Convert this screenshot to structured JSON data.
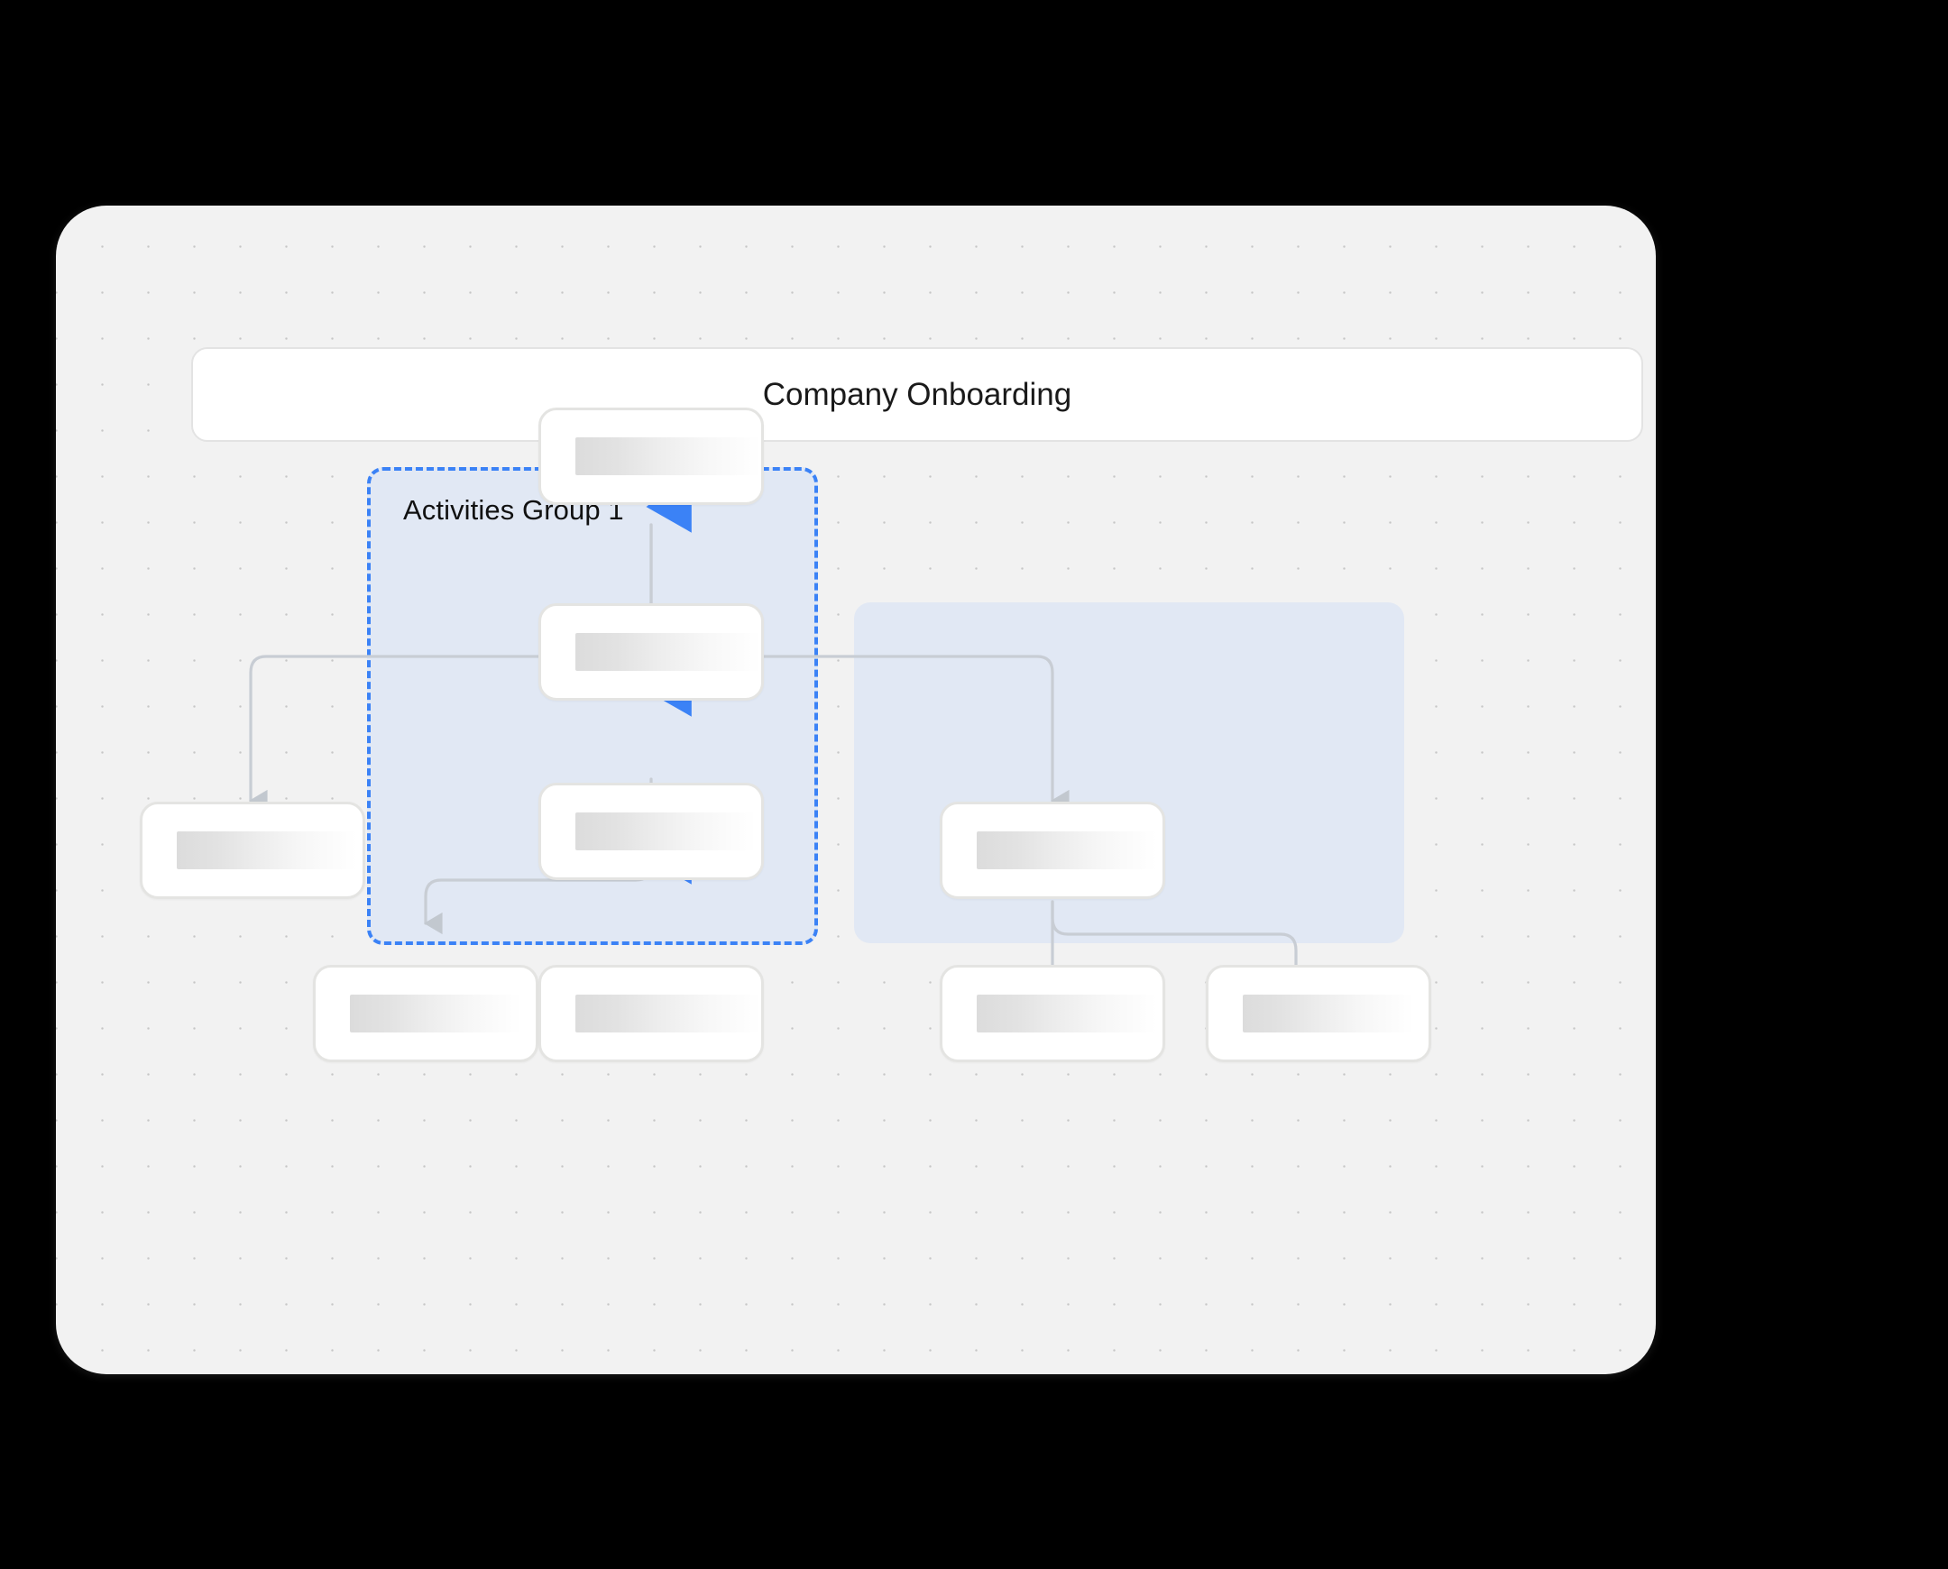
{
  "canvas": {
    "background_color": "#f2f2f2",
    "grid": "dot-grid",
    "accent_color": "#3b82f6",
    "group_fill_color": "#e1e8f4",
    "node_fill_color": "#ffffff",
    "connector_color": "#c8cdd4"
  },
  "titlebar": {
    "title": "Company Onboarding"
  },
  "groups": [
    {
      "id": "group-activities-1",
      "label": "Activities Group 1",
      "style": "dashed"
    },
    {
      "id": "group-unlabeled-2",
      "label": "",
      "style": "plain"
    }
  ],
  "nodes": [
    {
      "id": "node-root",
      "label": ""
    },
    {
      "id": "node-left-leaf",
      "label": ""
    },
    {
      "id": "node-g1-top",
      "label": ""
    },
    {
      "id": "node-g1-mid",
      "label": ""
    },
    {
      "id": "node-g1-bottom-left",
      "label": ""
    },
    {
      "id": "node-g1-bottom-right",
      "label": ""
    },
    {
      "id": "node-g2-top",
      "label": ""
    },
    {
      "id": "node-g2-bottom-left",
      "label": ""
    },
    {
      "id": "node-g2-bottom-right",
      "label": ""
    }
  ],
  "edges": [
    {
      "from": "node-root",
      "to": "node-g1-top",
      "color": "#3b82f6",
      "style": "primary"
    },
    {
      "from": "node-g1-top",
      "to": "node-g1-mid",
      "color": "#3b82f6",
      "style": "primary"
    },
    {
      "from": "node-g1-mid",
      "to": "node-g1-bottom-right",
      "color": "#3b82f6",
      "style": "primary"
    },
    {
      "from": "node-root",
      "to": "node-left-leaf",
      "color": "#c8cdd4",
      "style": "secondary"
    },
    {
      "from": "node-root",
      "to": "node-g2-top",
      "color": "#c8cdd4",
      "style": "secondary"
    },
    {
      "from": "node-g1-mid",
      "to": "node-g1-bottom-left",
      "color": "#c8cdd4",
      "style": "secondary"
    },
    {
      "from": "node-g2-top",
      "to": "node-g2-bottom-left",
      "color": "#c8cdd4",
      "style": "secondary"
    },
    {
      "from": "node-g2-top",
      "to": "node-g2-bottom-right",
      "color": "#c8cdd4",
      "style": "secondary"
    }
  ]
}
